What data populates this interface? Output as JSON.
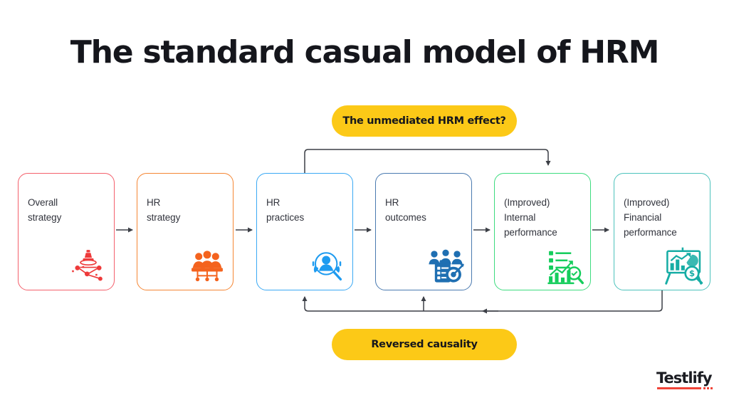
{
  "title": "The standard casual model of HRM",
  "colors": {
    "pill_yellow": "#fcc917",
    "title_text": "#15161c",
    "box_text": "#32343d",
    "connector": "#3c3f46",
    "logo_accent": "#f04438"
  },
  "annotations": {
    "top_pill": "The unmediated HRM effect?",
    "bottom_pill": "Reversed causality"
  },
  "stages": [
    {
      "label": "Overall\nstrategy",
      "line1": "Overall",
      "line2": "strategy",
      "line3": "",
      "color": "#f4606c",
      "icon": "strategy-network-icon"
    },
    {
      "label": "HR\nstrategy",
      "line1": "HR",
      "line2": "strategy",
      "line3": "",
      "color": "#f58634",
      "icon": "team-org-chart-icon"
    },
    {
      "label": "HR\npractices",
      "line1": "HR",
      "line2": "practices",
      "line3": "",
      "color": "#3ba9f4",
      "icon": "person-search-icon"
    },
    {
      "label": "HR\noutcomes",
      "line1": "HR",
      "line2": "outcomes",
      "line3": "",
      "color": "#4a7ab0",
      "icon": "people-checklist-target-icon"
    },
    {
      "label": "(Improved)\nInternal\nperformance",
      "line1": "(Improved)",
      "line2": "Internal",
      "line3": "performance",
      "color": "#3ddc7f",
      "icon": "chart-analysis-icon"
    },
    {
      "label": "(Improved)\nFinancial\nperformance",
      "line1": "(Improved)",
      "line2": "Financial",
      "line3": "performance",
      "color": "#4cc2bc",
      "icon": "financial-presentation-icon"
    }
  ],
  "logo": {
    "word": "Testlify"
  }
}
